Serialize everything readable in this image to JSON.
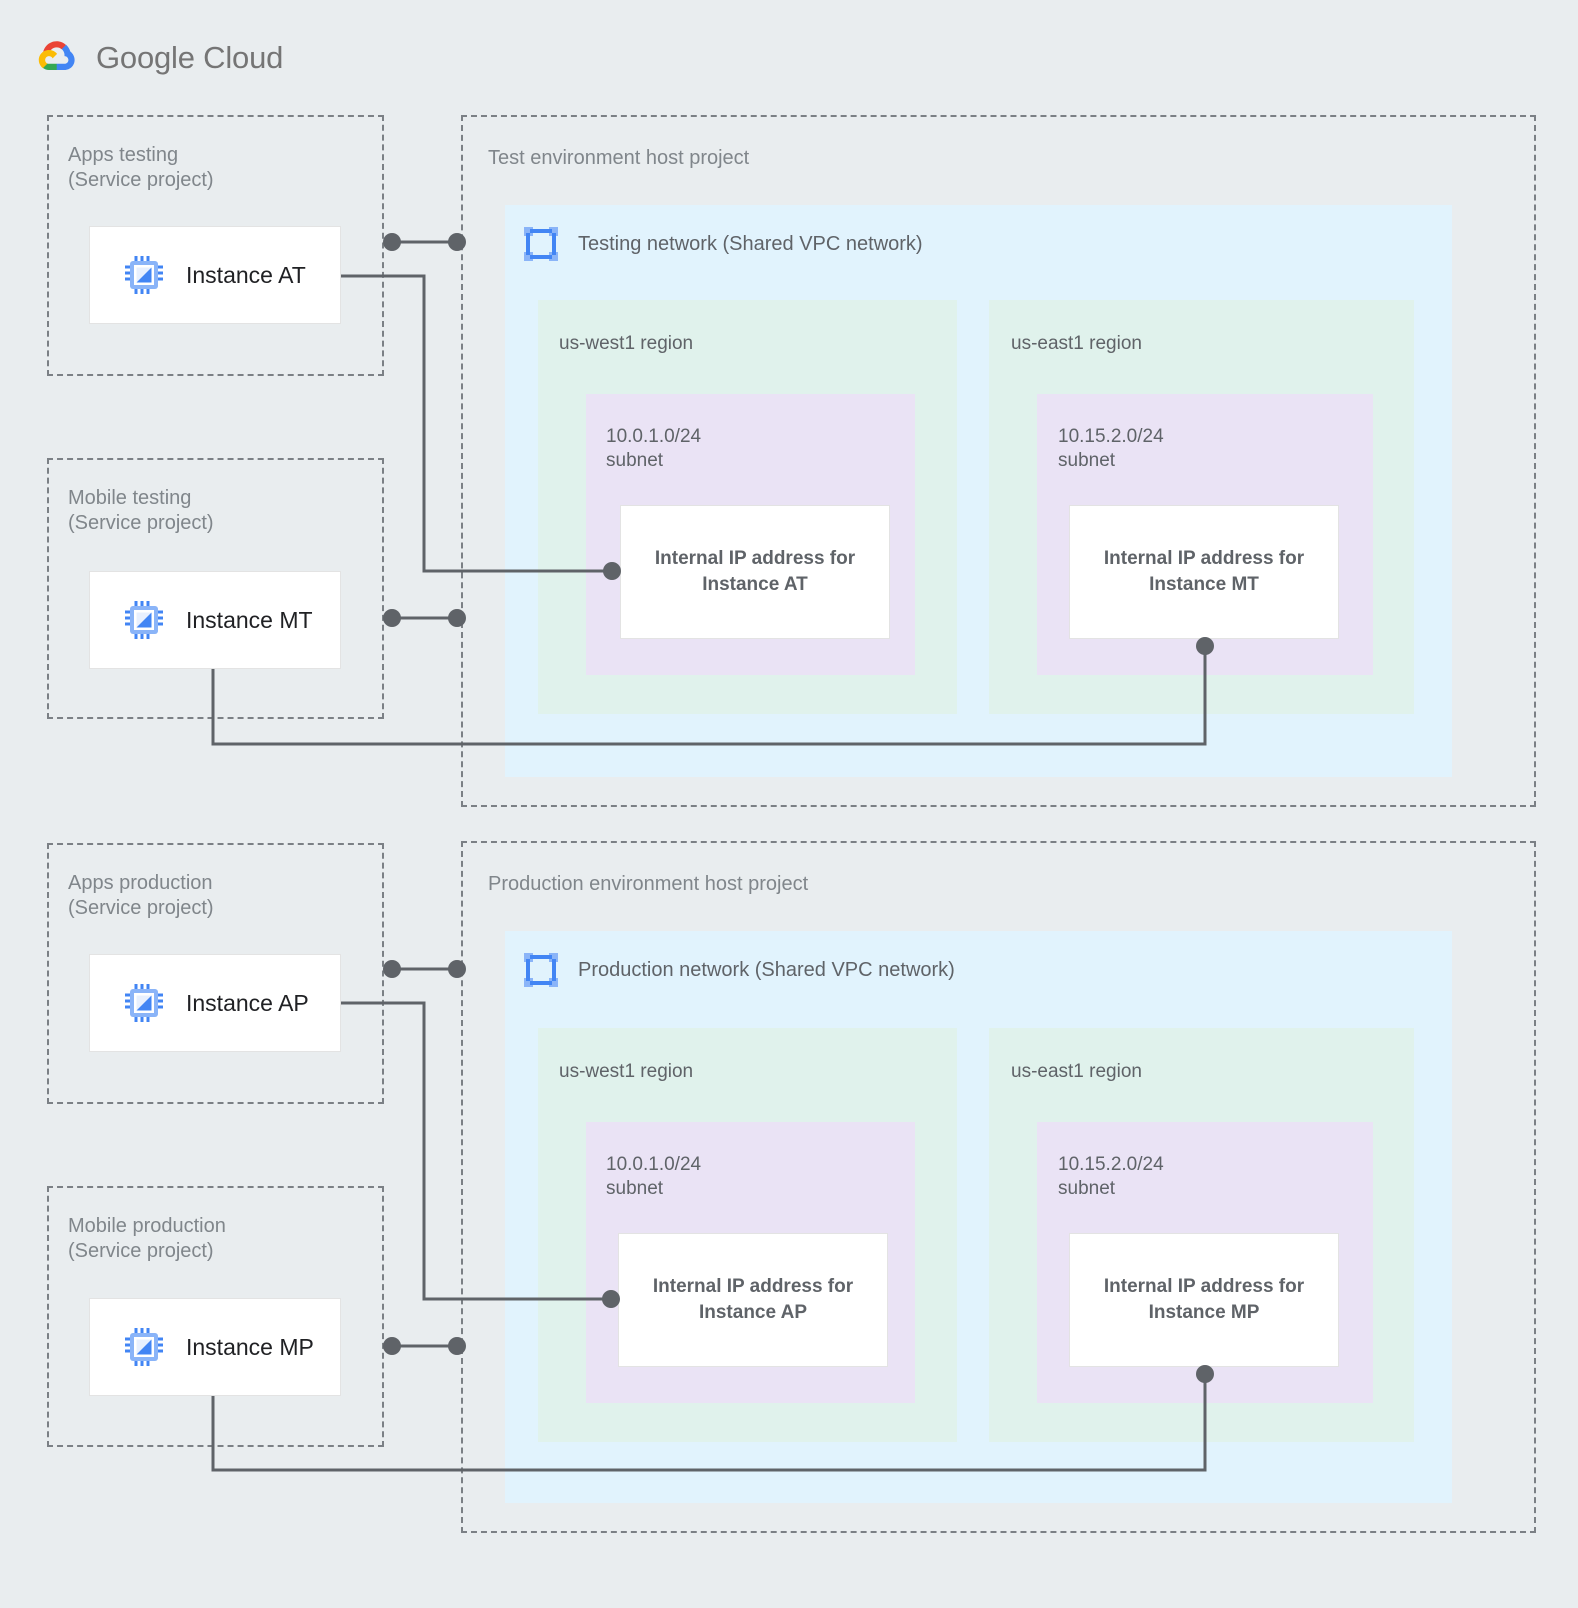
{
  "brand": {
    "logo_icon": "google-cloud-logo-icon",
    "name_bold": "Google",
    "name_light": " Cloud"
  },
  "colors": {
    "page_background": "#e9edef",
    "vpc_network": "#e1f3fd",
    "region": "#e0f2ec",
    "subnet": "#eae3f5",
    "card": "#ffffff",
    "connector": "#5f6368",
    "dashed_border": "#7b8085",
    "label_text": "#5f6368",
    "instance_icon": "#4285f4"
  },
  "service_projects": [
    {
      "id": "apps-testing",
      "label": "Apps testing\n(Service project)",
      "instance": {
        "name": "Instance AT",
        "icon": "cpu-chip-icon"
      }
    },
    {
      "id": "mobile-testing",
      "label": "Mobile testing\n(Service project)",
      "instance": {
        "name": "Instance MT",
        "icon": "cpu-chip-icon"
      }
    },
    {
      "id": "apps-production",
      "label": "Apps production\n(Service project)",
      "instance": {
        "name": "Instance AP",
        "icon": "cpu-chip-icon"
      }
    },
    {
      "id": "mobile-production",
      "label": "Mobile production\n(Service project)",
      "instance": {
        "name": "Instance MP",
        "icon": "cpu-chip-icon"
      }
    }
  ],
  "host_projects": [
    {
      "id": "test-environment",
      "label": "Test environment host project",
      "network": {
        "title": "Testing network (Shared VPC network)",
        "icon": "vpc-network-icon",
        "regions": [
          {
            "id": "test-us-west1",
            "label": "us-west1 region",
            "subnet": {
              "label": "10.0.1.0/24\nsubnet",
              "cidr": "10.0.1.0/24",
              "ip_card": "Internal IP address for\nInstance AT"
            }
          },
          {
            "id": "test-us-east1",
            "label": "us-east1 region",
            "subnet": {
              "label": "10.15.2.0/24\nsubnet",
              "cidr": "10.15.2.0/24",
              "ip_card": "Internal IP address for\nInstance MT"
            }
          }
        ]
      }
    },
    {
      "id": "production-environment",
      "label": "Production environment host project",
      "network": {
        "title": "Production network (Shared VPC network)",
        "icon": "vpc-network-icon",
        "regions": [
          {
            "id": "prod-us-west1",
            "label": "us-west1 region",
            "subnet": {
              "label": "10.0.1.0/24\nsubnet",
              "cidr": "10.0.1.0/24",
              "ip_card": "Internal IP address for\nInstance AP"
            }
          },
          {
            "id": "prod-us-east1",
            "label": "us-east1 region",
            "subnet": {
              "label": "10.15.2.0/24\nsubnet",
              "cidr": "10.15.2.0/24",
              "ip_card": "Internal IP address for\nInstance MP"
            }
          }
        ]
      }
    }
  ],
  "connections": [
    {
      "id": "at-to-host",
      "from": "Instance AT",
      "to": "Test environment host project"
    },
    {
      "id": "at-to-ip",
      "from": "Instance AT",
      "to": "Internal IP address for Instance AT"
    },
    {
      "id": "mt-to-host",
      "from": "Instance MT",
      "to": "Test environment host project"
    },
    {
      "id": "mt-to-ip",
      "from": "Instance MT",
      "to": "Internal IP address for Instance MT"
    },
    {
      "id": "ap-to-host",
      "from": "Instance AP",
      "to": "Production environment host project"
    },
    {
      "id": "ap-to-ip",
      "from": "Instance AP",
      "to": "Internal IP address for Instance AP"
    },
    {
      "id": "mp-to-host",
      "from": "Instance MP",
      "to": "Production environment host project"
    },
    {
      "id": "mp-to-ip",
      "from": "Instance MP",
      "to": "Internal IP address for Instance MP"
    }
  ]
}
